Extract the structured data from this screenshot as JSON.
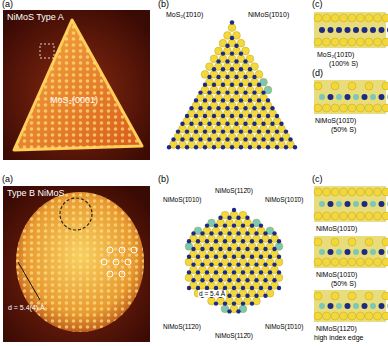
{
  "diagram": {
    "labels": [
      "(a)",
      "NiMoS Type A",
      "MoS₂(0001)",
      "(b)",
      "MoS₂(1̄010)",
      "NiMoS(1̄010)",
      "(c)",
      "MoS₂(101̄0)",
      "(100% S)",
      "(d)",
      "NiMoS(101̄0)",
      "(50% S)",
      "(a)",
      "Type B NiMoS",
      "d = 5.4(4) Å",
      "(b)",
      "NiMoS(1̄010)",
      "NiMoS(112̄0)",
      "NiMoS(101̄0)",
      "NiMoS(11̄20)",
      "NiMoS(112̄0)",
      "NiMoS(1̄010)",
      "d = 5.4 Å",
      "(c)",
      "NiMoS(101̄0)",
      "NiMoS(101̄0)",
      "(50% S)",
      "NiMoS(112̄0)",
      "high index edge"
    ]
  }
}
